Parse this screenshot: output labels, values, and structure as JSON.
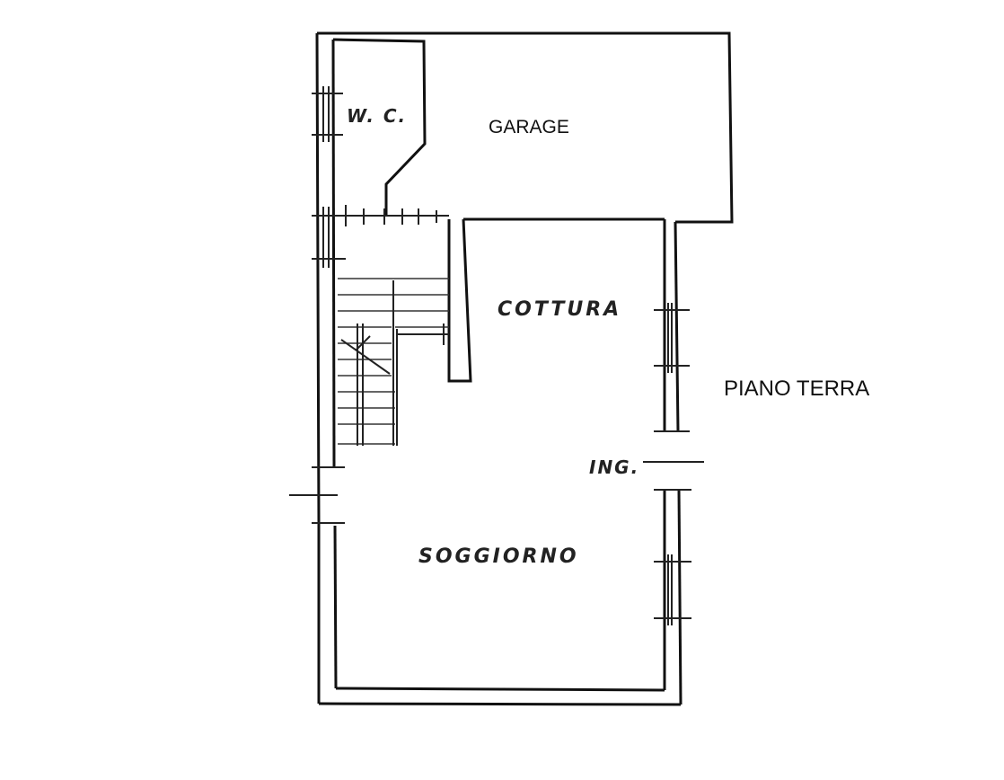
{
  "rooms": {
    "wc": "W. C.",
    "garage": "GARAGE",
    "cottura": "COTTURA",
    "soggiorno": "SOGGIORNO",
    "ingresso": "ING."
  },
  "floor_title": "PIANO TERRA"
}
